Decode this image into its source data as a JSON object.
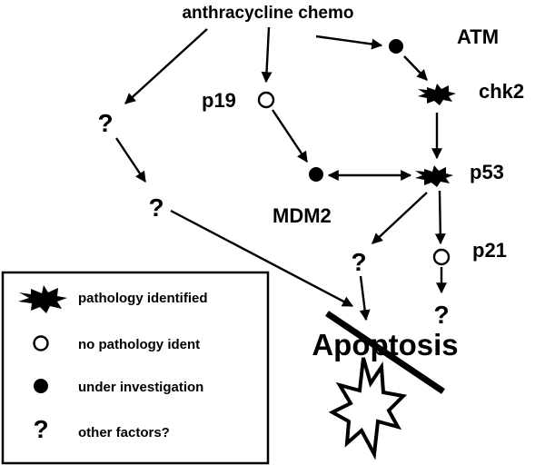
{
  "nodes": {
    "source": "anthracycline chemo",
    "atm": "ATM",
    "chk2": "chk2",
    "p19": "p19",
    "p53": "p53",
    "mdm2": "MDM2",
    "p21": "p21",
    "q_left_1": "?",
    "q_left_2": "?",
    "q_mid": "?",
    "q_right": "?",
    "outcome": "Apoptosis"
  },
  "legend": {
    "items": [
      {
        "symbol": "starburst-icon",
        "label": "pathology identified"
      },
      {
        "symbol": "open-circle-icon",
        "label": "no pathology ident"
      },
      {
        "symbol": "filled-circle-icon",
        "label": "under investigation"
      },
      {
        "symbol": "question-mark",
        "glyph": "?",
        "label": "other factors?"
      }
    ]
  }
}
